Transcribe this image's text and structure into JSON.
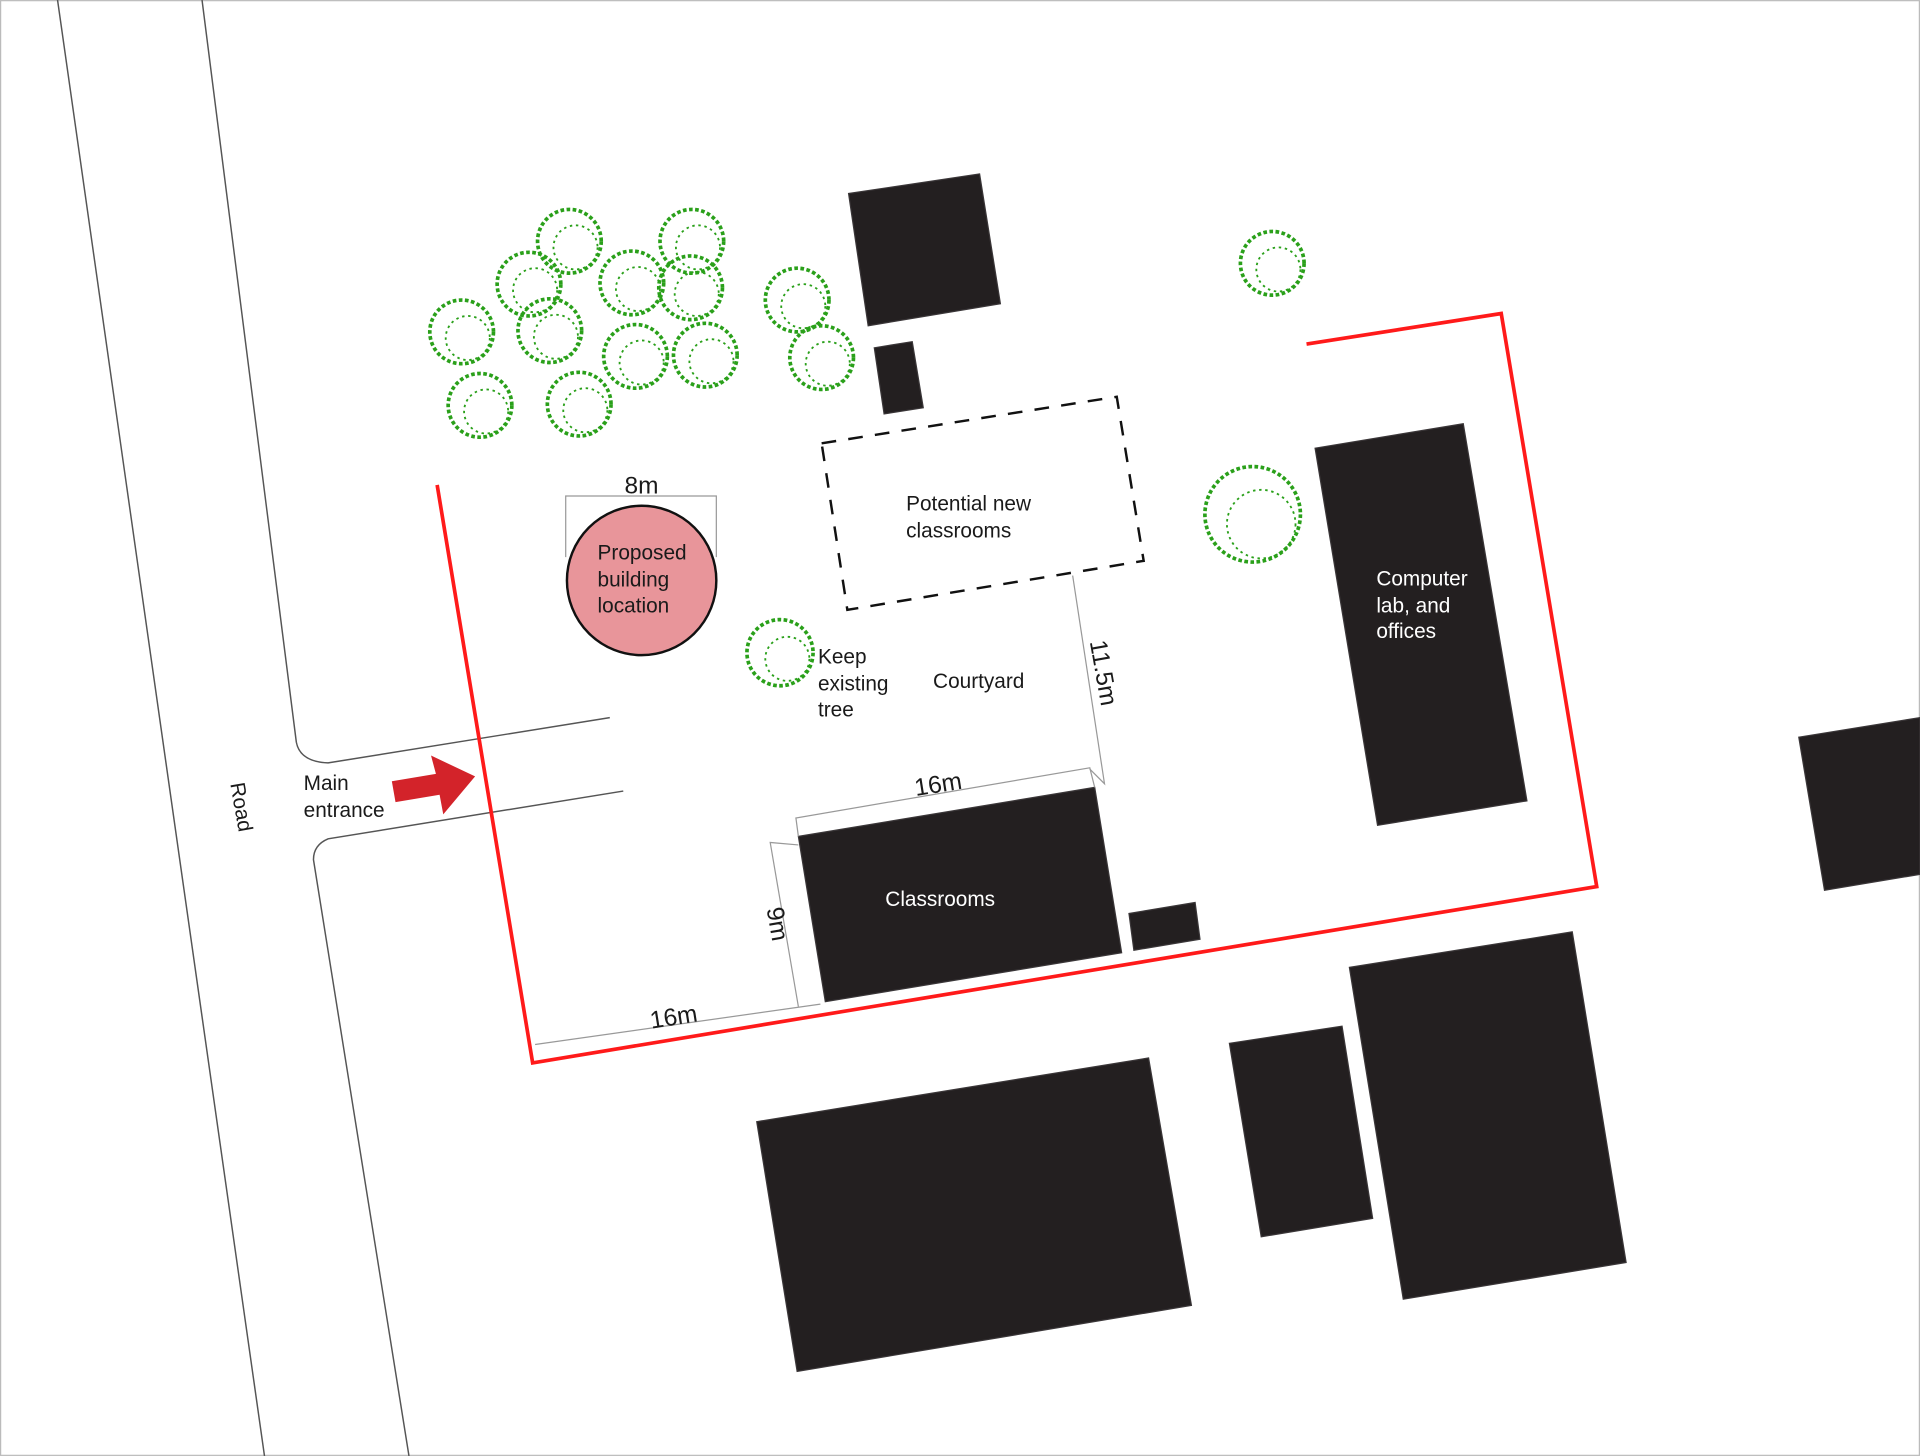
{
  "labels": {
    "road": "Road",
    "main_entrance": [
      "Main",
      "entrance"
    ],
    "proposed": [
      "Proposed",
      "building",
      "location"
    ],
    "potential": [
      "Potential new",
      "classrooms"
    ],
    "keep_tree": [
      "Keep",
      "existing",
      "tree"
    ],
    "courtyard": "Courtyard",
    "computer_lab": [
      "Computer",
      "lab, and",
      "offices"
    ],
    "classrooms": "Classrooms"
  },
  "dimensions": {
    "circle_diameter": "8m",
    "courtyard_depth": "11.5m",
    "classroom_width": "16m",
    "classroom_depth": "9m",
    "front_setback": "16m"
  },
  "colors": {
    "site_boundary": "#ff1a1a",
    "proposed_fill": "#e8959a",
    "arrow": "#d3232a",
    "trees": "#2aa01a",
    "buildings": "#231f20"
  }
}
